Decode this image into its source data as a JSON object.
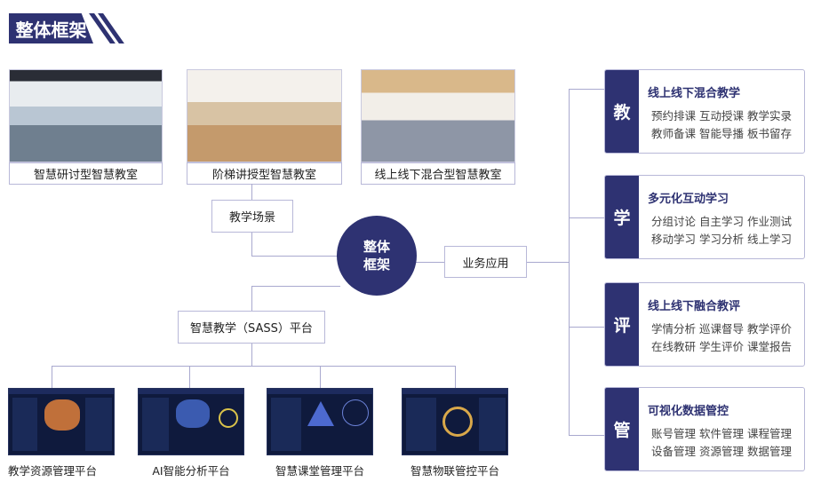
{
  "header": {
    "title": "整体框架"
  },
  "classrooms": [
    {
      "label": "智慧研讨型智慧教室"
    },
    {
      "label": "阶梯讲授型智慧教室"
    },
    {
      "label": "线上线下混合型智慧教室"
    }
  ],
  "center": {
    "line1": "整体",
    "line2": "框架"
  },
  "scene_label": "教学场景",
  "business_label": "业务应用",
  "platform_label": "智慧教学（SASS）平台",
  "apps": [
    {
      "side": "教",
      "title": "线上线下混合教学",
      "lines": [
        "预约排课 互动授课 教学实录",
        "教师备课 智能导播 板书留存"
      ]
    },
    {
      "side": "学",
      "title": "多元化互动学习",
      "lines": [
        "分组讨论 自主学习 作业测试",
        "移动学习 学习分析 线上学习"
      ]
    },
    {
      "side": "评",
      "title": "线上线下融合教评",
      "lines": [
        "学情分析 巡课督导 教学评价",
        "在线教研 学生评价 课堂报告"
      ]
    },
    {
      "side": "管",
      "title": "可视化数据管控",
      "lines": [
        "账号管理 软件管理 课程管理",
        "设备管理 资源管理 数据管理"
      ]
    }
  ],
  "platforms": [
    {
      "label": "教学资源管理平台"
    },
    {
      "label": "AI智能分析平台"
    },
    {
      "label": "智慧课堂管理平台"
    },
    {
      "label": "智慧物联管控平台"
    }
  ],
  "colors": {
    "navy": "#2e3272",
    "border": "#b8b8d8"
  }
}
